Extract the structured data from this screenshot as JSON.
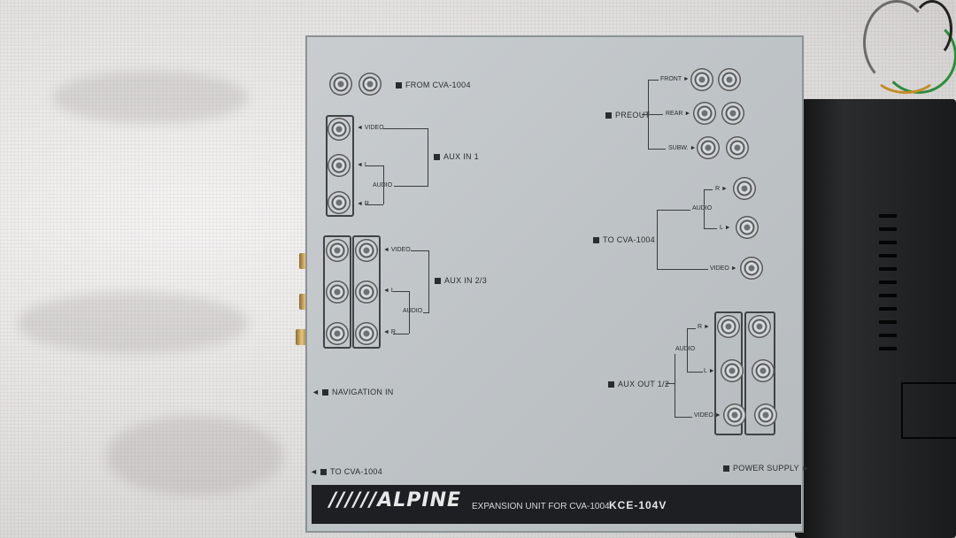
{
  "panel": {
    "from_cva": "FROM CVA-1004",
    "preout": "PREOUT",
    "front": "FRONT",
    "rear": "REAR",
    "subw": "SUBW.",
    "aux_in1": "AUX IN 1",
    "aux_in23": "AUX IN 2/3",
    "to_cva_right": "TO CVA-1004",
    "navigation_in": "NAVIGATION IN",
    "aux_out": "AUX OUT 1/2",
    "to_cva_bottom": "TO CVA-1004",
    "power_supply": "POWER SUPPLY",
    "video": "VIDEO",
    "audio": "AUDIO",
    "l": "L",
    "r": "R"
  },
  "brand_bar": {
    "brand": "//////ALPINE",
    "description": "EXPANSION UNIT FOR CVA-1004",
    "model": "KCE-104V"
  },
  "colors": {
    "panel": "#c3c7ca",
    "bar": "#1d1f22",
    "cloth": "#e9e7e6",
    "gold": "#e7c77b"
  }
}
